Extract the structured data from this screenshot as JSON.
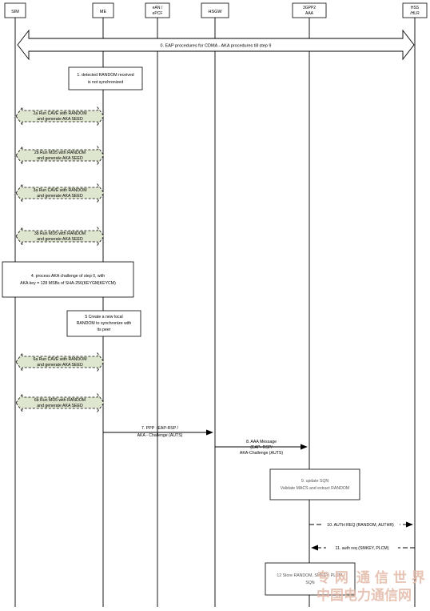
{
  "entities": [
    {
      "id": "sim",
      "lines": [
        "SIM"
      ]
    },
    {
      "id": "me",
      "lines": [
        "ME"
      ]
    },
    {
      "id": "ean",
      "lines": [
        "eAN /",
        "ePCF"
      ]
    },
    {
      "id": "hsgw",
      "lines": [
        "HSGW"
      ]
    },
    {
      "id": "aaa",
      "lines": [
        "3GPP2",
        "AAA"
      ]
    },
    {
      "id": "hss",
      "lines": [
        "HSS",
        "/HLR"
      ]
    }
  ],
  "step0": {
    "text": "0. EAP procedures for CDMA - AKA procedures till step   9"
  },
  "note1": {
    "lines": [
      "1. detected RANDOM received",
      "is not synchronized"
    ]
  },
  "exchanges": [
    {
      "lines": [
        "2a  Run CAVE with RANDOM",
        "and generate AKA SEED"
      ]
    },
    {
      "lines": [
        "2b  Run MD5 with RANDOM",
        "and generate AKA SEED"
      ]
    },
    {
      "lines": [
        "3a  Run CAVE with RANDOM",
        "and generate AKA SEED"
      ]
    },
    {
      "lines": [
        "3b  Run MD5 with RANDOM",
        "and generate AKA SEED"
      ]
    },
    {
      "lines": [
        "6a  Run CAVE with RANDOM",
        "and generate AKA SEED"
      ]
    },
    {
      "lines": [
        "6b  Run MD5 with RANDOM",
        "and generate AKA SEED"
      ]
    }
  ],
  "note4": {
    "lines": [
      "4. process AKA challenge of step     0, with",
      "AKA key = 128 MSBs of SHA-256(KEYGM|KEYCM)"
    ]
  },
  "note5": {
    "lines": [
      "5 Create a new local",
      "RANDOM to synchronize with",
      "its peer"
    ]
  },
  "msg7": {
    "lines": [
      "7. PPP : EAP-RSP  /",
      "AKA - Challenge (AUTS)"
    ]
  },
  "msg8": {
    "lines": [
      "8. AAA Message",
      "(EAP- RSP/",
      "AKA-Challenge (AUTS)"
    ]
  },
  "note9": {
    "lines": [
      "9. update SQN",
      "Validate MACS and extract RANDOM"
    ]
  },
  "msg10": {
    "text": "10. AUTH REQ (RANDOM, AUTHR)"
  },
  "msg11": {
    "text": "11. auth req (SMKEY, PLCM)"
  },
  "note12": {
    "lines": [
      "12 Store RANDOM, SMKEY, PLCM,",
      "SQN"
    ]
  },
  "watermark": {
    "line1": "通 信 世 界",
    "line2": "中国电力通信网",
    "prefix": "专 网"
  },
  "colors": {
    "exchangeFill": "#dfe6cf",
    "watermark": "#e3b9a8",
    "line": "#000000"
  }
}
